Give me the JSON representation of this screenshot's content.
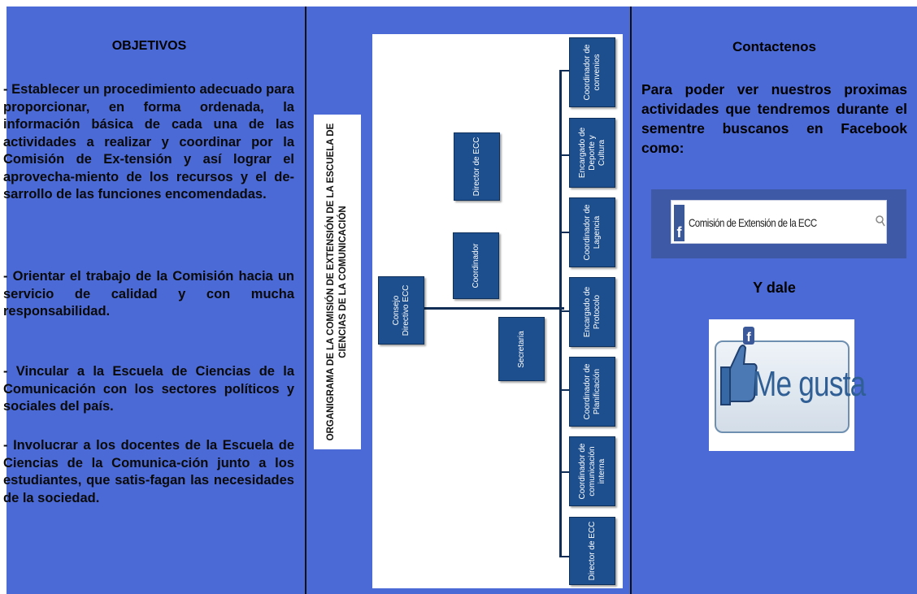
{
  "left": {
    "title": "OBJETIVOS",
    "paragraphs": [
      " - Establecer   un procedimiento adecuado para proporcionar, en forma ordenada, la información básica de cada una de las actividades a  realizar y coordinar por la Comisión de      Ex-tensión y así lograr el       aprovecha-miento de los recursos y el           de-sarrollo de las              funciones encomendadas.",
      "  - Orientar el trabajo de la Comisión hacia     un servicio de calidad y con mucha responsabilidad.",
      "  - Vincular a la Escuela de Ciencias de la Comunicación con los sectores políticos y sociales del país.",
      "  - Involucrar a los      docentes   de la Escuela de Ciencias de la Comunica-ción junto a los estudiantes, que satis-fagan las necesidades de la sociedad."
    ]
  },
  "org": {
    "title": "ORGANIGRAMA DE LA COMISIÓN DE EXTENSIÓN DE LA ESCUELA DE CIENCIAS DE LA COMUNICACIÓN",
    "consejo": "Consejo Directivo ECC",
    "director_top": "Director de ECC",
    "coordinador": "Coordinador",
    "secretaria": "Secretaria",
    "right_boxes": [
      "Coordinador de convenios",
      "Encargado de Deporte y Cultura",
      "Coordinador de Lagencia",
      "Encargado de Protocolo",
      "Coordinador de Planificación",
      "Coordinador de comunicación interna",
      "Director de ECC"
    ],
    "colors": {
      "box": "#1d4f8e",
      "panel": "#4c6ad6"
    }
  },
  "right": {
    "title": "Contactenos",
    "text": "Para poder ver nuestros proximas actividades      que    tendremos durante el sementre buscanos en Facebook como:",
    "facebook_search": "Comisión de Extensión de la ECC",
    "facebook_icon": "f",
    "call": "Y dale",
    "like_label": "Me gusta"
  }
}
